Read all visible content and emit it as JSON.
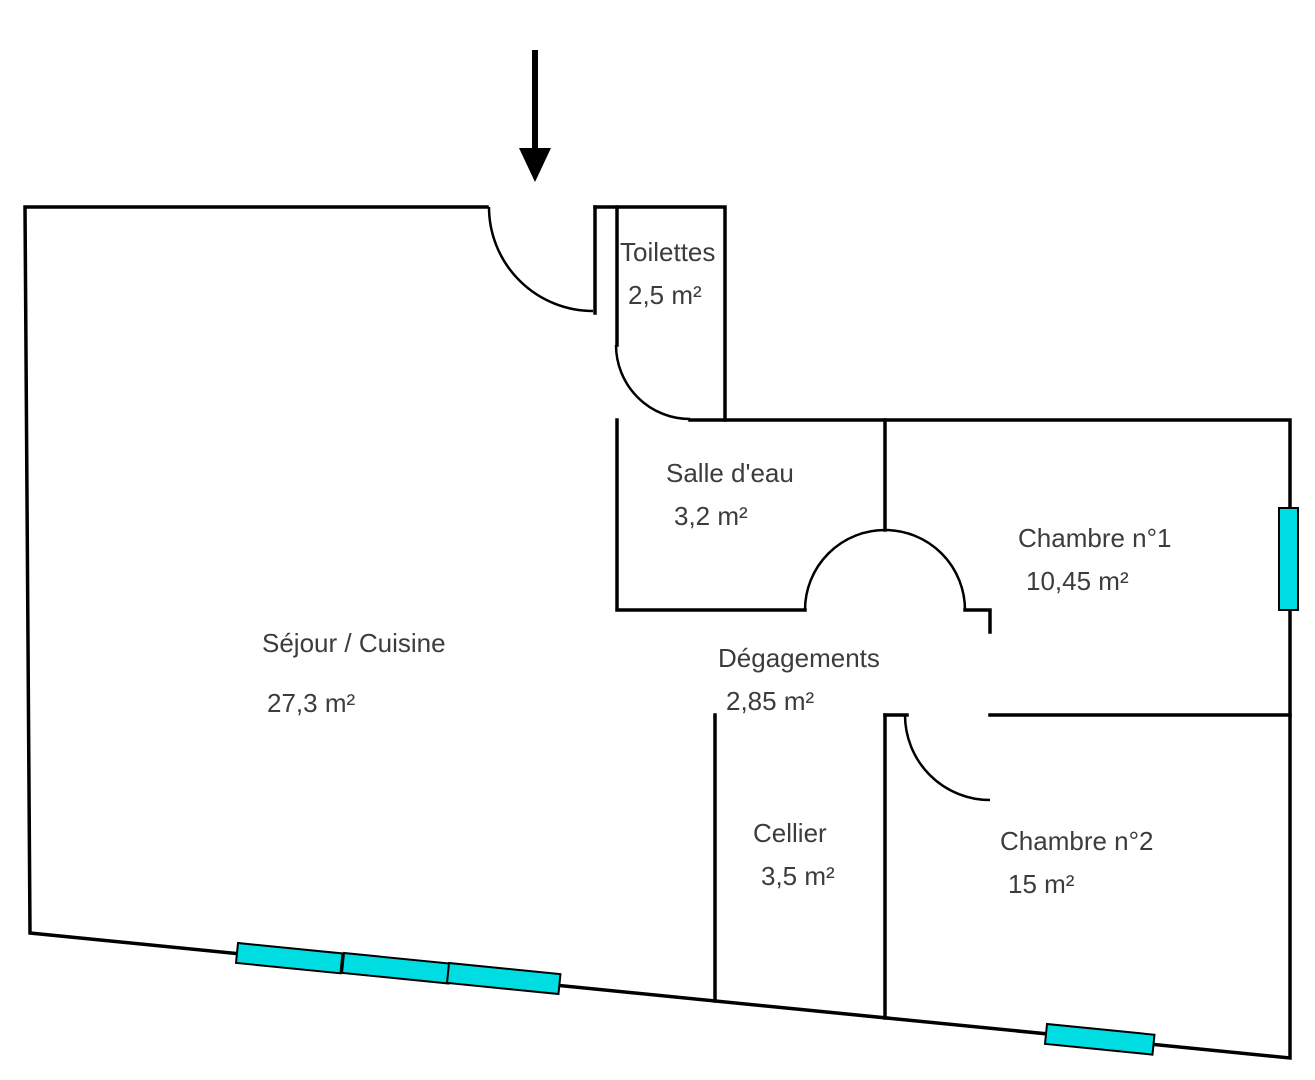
{
  "colors": {
    "background": "#ffffff",
    "wall": "#000000",
    "text": "#3c3c3c",
    "window_fill": "#00dde2"
  },
  "rooms": [
    {
      "id": "toilettes",
      "name": "Toilettes",
      "area": "2,5 m²"
    },
    {
      "id": "salle-deau",
      "name": "Salle d'eau",
      "area": "3,2 m²"
    },
    {
      "id": "chambre-1",
      "name": "Chambre n°1",
      "area": "10,45 m²"
    },
    {
      "id": "sejour-cuisine",
      "name": "Séjour / Cuisine",
      "area": "27,3 m²"
    },
    {
      "id": "degagements",
      "name": "Dégagements",
      "area": "2,85 m²"
    },
    {
      "id": "cellier",
      "name": "Cellier",
      "area": "3,5 m²"
    },
    {
      "id": "chambre-2",
      "name": "Chambre n°2",
      "area": "15 m²"
    }
  ],
  "features": {
    "entrance_arrow": "entrance-direction-arrow",
    "doors": [
      "entrance-door",
      "toilettes-door",
      "salle-deau-door",
      "chambre2-door"
    ],
    "windows": [
      "window-right-wall",
      "window-bottom-left-1",
      "window-bottom-left-2",
      "window-bottom-left-3",
      "window-bottom-right"
    ]
  }
}
